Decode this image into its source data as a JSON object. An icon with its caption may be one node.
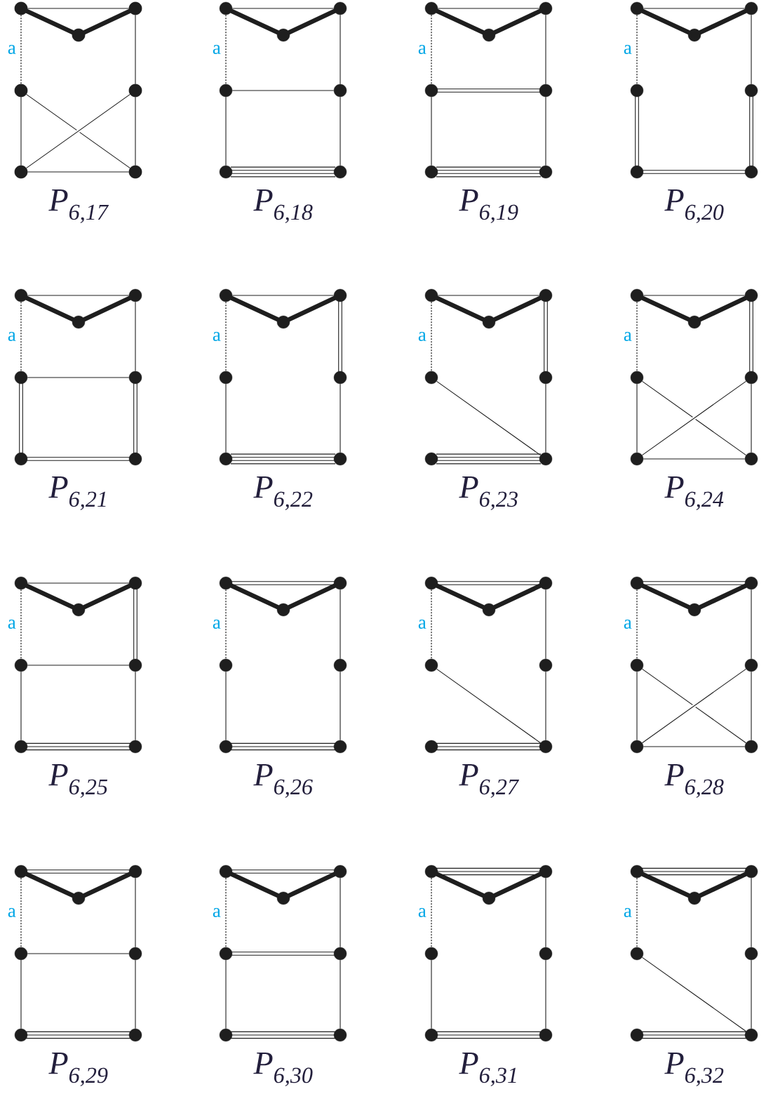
{
  "diagram": {
    "nodes": [
      {
        "text": [],
        "shape": "circle"
      },
      {
        "text": [],
        "shape": "circle"
      },
      {
        "text": [],
        "shape": "circle"
      },
      {
        "text": [],
        "shape": "circle"
      },
      {
        "text": [],
        "shape": "circle"
      },
      {
        "text": [],
        "shape": "circle"
      },
      {
        "text": [],
        "shape": "circle"
      },
      {
        "text": [],
        "shape": "circle"
      },
      {
        "text": [],
        "shape": "circle"
      },
      {
        "text": [],
        "shape": "circle"
      },
      {
        "text": [],
        "shape": "circle"
      },
      {
        "text": [],
        "shape": "circle"
      },
      {
        "text": [],
        "shape": "circle"
      },
      {
        "text": [],
        "shape": "circle"
      },
      {
        "text": [],
        "shape": "circle"
      },
      {
        "text": [],
        "shape": "circle"
      },
      {
        "text": [],
        "shape": "circle"
      },
      {
        "text": [],
        "shape": "circle"
      },
      {
        "text": [],
        "shape": "circle"
      },
      {
        "text": [],
        "shape": "circle"
      },
      {
        "text": [],
        "shape": "circle"
      },
      {
        "text": [],
        "shape": "circle"
      },
      {
        "text": [],
        "shape": "circle"
      },
      {
        "text": [],
        "shape": "circle"
      },
      {
        "text": [],
        "shape": "circle"
      },
      {
        "text": [],
        "shape": "circle"
      },
      {
        "text": [],
        "shape": "circle"
      },
      {
        "text": [],
        "shape": "circle"
      },
      {
        "text": [],
        "shape": "circle"
      },
      {
        "text": [],
        "shape": "circle"
      },
      {
        "text": [],
        "shape": "circle"
      },
      {
        "text": [],
        "shape": "circle"
      },
      {
        "text": [],
        "shape": "circle"
      },
      {
        "text": [],
        "shape": "circle"
      },
      {
        "text": [],
        "shape": "circle"
      },
      {
        "text": [],
        "shape": "circle"
      },
      {
        "text": [],
        "shape": "circle"
      },
      {
        "text": [],
        "shape": "circle"
      },
      {
        "text": [],
        "shape": "circle"
      },
      {
        "text": [],
        "shape": "circle"
      },
      {
        "text": [],
        "shape": "circle"
      },
      {
        "text": [],
        "shape": "circle"
      },
      {
        "text": [],
        "shape": "circle"
      },
      {
        "text": [],
        "shape": "circle"
      },
      {
        "text": [],
        "shape": "circle"
      },
      {
        "text": [],
        "shape": "circle"
      },
      {
        "text": [],
        "shape": "circle"
      },
      {
        "text": [],
        "shape": "circle"
      },
      {
        "text": [],
        "shape": "circle"
      },
      {
        "text": [],
        "shape": "circle"
      },
      {
        "text": [],
        "shape": "circle"
      },
      {
        "text": [],
        "shape": "circle"
      },
      {
        "text": [],
        "shape": "circle"
      },
      {
        "text": [],
        "shape": "circle"
      },
      {
        "text": [],
        "shape": "circle"
      },
      {
        "text": [],
        "shape": "circle"
      },
      {
        "text": [],
        "shape": "circle"
      },
      {
        "text": [],
        "shape": "circle"
      },
      {
        "text": [],
        "shape": "circle"
      },
      {
        "text": [],
        "shape": "circle"
      },
      {
        "text": [],
        "shape": "circle"
      },
      {
        "text": [],
        "shape": "circle"
      },
      {
        "text": [],
        "shape": "circle"
      },
      {
        "text": [],
        "shape": "circle"
      },
      {
        "text": [],
        "shape": "circle"
      },
      {
        "text": [],
        "shape": "circle"
      },
      {
        "text": [],
        "shape": "circle"
      },
      {
        "text": [],
        "shape": "circle"
      },
      {
        "text": [],
        "shape": "circle"
      },
      {
        "text": [],
        "shape": "circle"
      },
      {
        "text": [],
        "shape": "circle"
      },
      {
        "text": [],
        "shape": "circle"
      },
      {
        "text": [],
        "shape": "circle"
      },
      {
        "text": [],
        "shape": "circle"
      },
      {
        "text": [],
        "shape": "circle"
      },
      {
        "text": [],
        "shape": "circle"
      },
      {
        "text": [],
        "shape": "circle"
      },
      {
        "text": [],
        "shape": "circle"
      },
      {
        "text": [],
        "shape": "circle"
      },
      {
        "text": [],
        "shape": "circle"
      },
      {
        "text": [],
        "shape": "circle"
      },
      {
        "text": [],
        "shape": "circle"
      },
      {
        "text": [],
        "shape": "circle"
      },
      {
        "text": [],
        "shape": "circle"
      },
      {
        "text": [],
        "shape": "circle"
      },
      {
        "text": [],
        "shape": "circle"
      },
      {
        "text": [],
        "shape": "circle"
      },
      {
        "text": [],
        "shape": "circle"
      },
      {
        "text": [],
        "shape": "circle"
      },
      {
        "text": [],
        "shape": "circle"
      },
      {
        "text": [],
        "shape": "circle"
      },
      {
        "text": [],
        "shape": "circle"
      },
      {
        "text": [],
        "shape": "circle"
      },
      {
        "text": [],
        "shape": "circle"
      },
      {
        "text": [],
        "shape": "circle"
      },
      {
        "text": [],
        "shape": "circle"
      },
      {
        "text": [],
        "shape": "circle"
      },
      {
        "text": [],
        "shape": "circle"
      },
      {
        "text": [],
        "shape": "circle"
      },
      {
        "text": [],
        "shape": "circle"
      },
      {
        "text": [],
        "shape": "circle"
      },
      {
        "text": [],
        "shape": "circle"
      },
      {
        "text": [],
        "shape": "circle"
      },
      {
        "text": [],
        "shape": "circle"
      },
      {
        "text": [],
        "shape": "circle"
      },
      {
        "text": [],
        "shape": "circle"
      },
      {
        "text": [],
        "shape": "circle"
      },
      {
        "text": [],
        "shape": "circle"
      },
      {
        "text": [],
        "shape": "circle"
      },
      {
        "text": [],
        "shape": "circle"
      },
      {
        "text": [],
        "shape": "circle"
      },
      {
        "text": [],
        "shape": "circle"
      },
      {
        "text": [],
        "shape": "circle"
      },
      {
        "text": [],
        "shape": "circle"
      },
      {
        "text": [],
        "shape": "circle"
      },
      {
        "text": [],
        "shape": "circle"
      },
      {
        "text": [],
        "shape": "circle"
      },
      {
        "text": [],
        "shape": "circle"
      },
      {
        "text": [],
        "shape": "circle"
      }
    ],
    "edges": [
      {
        "from": 0,
        "to": 1,
        "arrow": "none",
        "style": "thick"
      },
      {
        "from": 1,
        "to": 2,
        "arrow": "none",
        "style": "thick"
      },
      {
        "from": 0,
        "to": 2,
        "arrow": "none"
      },
      {
        "from": 0,
        "to": 3,
        "arrow": "none",
        "style": "dashed",
        "label": "a"
      },
      {
        "from": 2,
        "to": 4,
        "arrow": "none"
      },
      {
        "from": 3,
        "to": 5,
        "arrow": "none"
      },
      {
        "from": 4,
        "to": 6,
        "arrow": "none"
      },
      {
        "from": 5,
        "to": 6,
        "arrow": "none"
      },
      {
        "from": 3,
        "to": 6,
        "arrow": "none"
      },
      {
        "from": 4,
        "to": 5,
        "arrow": "none"
      },
      {
        "from": 7,
        "to": 8,
        "arrow": "none",
        "style": "thick"
      },
      {
        "from": 8,
        "to": 9,
        "arrow": "none",
        "style": "thick"
      },
      {
        "from": 7,
        "to": 9,
        "arrow": "none"
      },
      {
        "from": 7,
        "to": 10,
        "arrow": "none",
        "style": "dashed",
        "label": "a"
      },
      {
        "from": 9,
        "to": 11,
        "arrow": "none"
      },
      {
        "from": 10,
        "to": 11,
        "arrow": "none"
      },
      {
        "from": 10,
        "to": 12,
        "arrow": "none"
      },
      {
        "from": 11,
        "to": 13,
        "arrow": "none"
      },
      {
        "from": 12,
        "to": 13,
        "arrow": "none"
      },
      {
        "from": 12,
        "to": 13,
        "arrow": "none"
      },
      {
        "from": 12,
        "to": 13,
        "arrow": "none"
      },
      {
        "from": 12,
        "to": 13,
        "arrow": "none"
      },
      {
        "from": 14,
        "to": 15,
        "arrow": "none",
        "style": "thick"
      },
      {
        "from": 15,
        "to": 16,
        "arrow": "none",
        "style": "thick"
      },
      {
        "from": 14,
        "to": 16,
        "arrow": "none"
      },
      {
        "from": 14,
        "to": 17,
        "arrow": "none",
        "style": "dashed",
        "label": "a"
      },
      {
        "from": 16,
        "to": 18,
        "arrow": "none"
      },
      {
        "from": 17,
        "to": 18,
        "arrow": "none"
      },
      {
        "from": 17,
        "to": 18,
        "arrow": "none"
      },
      {
        "from": 17,
        "to": 19,
        "arrow": "none"
      },
      {
        "from": 18,
        "to": 20,
        "arrow": "none"
      },
      {
        "from": 19,
        "to": 20,
        "arrow": "none"
      },
      {
        "from": 19,
        "to": 20,
        "arrow": "none"
      },
      {
        "from": 19,
        "to": 20,
        "arrow": "none"
      },
      {
        "from": 19,
        "to": 20,
        "arrow": "none"
      },
      {
        "from": 21,
        "to": 22,
        "arrow": "none",
        "style": "thick"
      },
      {
        "from": 22,
        "to": 23,
        "arrow": "none",
        "style": "thick"
      },
      {
        "from": 21,
        "to": 23,
        "arrow": "none"
      },
      {
        "from": 21,
        "to": 24,
        "arrow": "none",
        "style": "dashed",
        "label": "a"
      },
      {
        "from": 23,
        "to": 25,
        "arrow": "none"
      },
      {
        "from": 24,
        "to": 26,
        "arrow": "none"
      },
      {
        "from": 24,
        "to": 26,
        "arrow": "none"
      },
      {
        "from": 25,
        "to": 27,
        "arrow": "none"
      },
      {
        "from": 25,
        "to": 27,
        "arrow": "none"
      },
      {
        "from": 26,
        "to": 27,
        "arrow": "none"
      },
      {
        "from": 26,
        "to": 27,
        "arrow": "none"
      },
      {
        "from": 28,
        "to": 29,
        "arrow": "none",
        "style": "thick"
      },
      {
        "from": 29,
        "to": 30,
        "arrow": "none",
        "style": "thick"
      },
      {
        "from": 28,
        "to": 30,
        "arrow": "none"
      },
      {
        "from": 28,
        "to": 31,
        "arrow": "none",
        "style": "dashed",
        "label": "a"
      },
      {
        "from": 30,
        "to": 32,
        "arrow": "none"
      },
      {
        "from": 31,
        "to": 32,
        "arrow": "none"
      },
      {
        "from": 31,
        "to": 33,
        "arrow": "none"
      },
      {
        "from": 31,
        "to": 33,
        "arrow": "none"
      },
      {
        "from": 32,
        "to": 34,
        "arrow": "none"
      },
      {
        "from": 32,
        "to": 34,
        "arrow": "none"
      },
      {
        "from": 33,
        "to": 34,
        "arrow": "none"
      },
      {
        "from": 33,
        "to": 34,
        "arrow": "none"
      },
      {
        "from": 35,
        "to": 36,
        "arrow": "none",
        "style": "thick"
      },
      {
        "from": 36,
        "to": 37,
        "arrow": "none",
        "style": "thick"
      },
      {
        "from": 35,
        "to": 37,
        "arrow": "none"
      },
      {
        "from": 35,
        "to": 38,
        "arrow": "none",
        "style": "dashed",
        "label": "a"
      },
      {
        "from": 37,
        "to": 39,
        "arrow": "none"
      },
      {
        "from": 37,
        "to": 39,
        "arrow": "none"
      },
      {
        "from": 38,
        "to": 40,
        "arrow": "none"
      },
      {
        "from": 39,
        "to": 41,
        "arrow": "none"
      },
      {
        "from": 40,
        "to": 41,
        "arrow": "none"
      },
      {
        "from": 40,
        "to": 41,
        "arrow": "none"
      },
      {
        "from": 40,
        "to": 41,
        "arrow": "none"
      },
      {
        "from": 40,
        "to": 41,
        "arrow": "none"
      },
      {
        "from": 42,
        "to": 43,
        "arrow": "none",
        "style": "thick"
      },
      {
        "from": 43,
        "to": 44,
        "arrow": "none",
        "style": "thick"
      },
      {
        "from": 42,
        "to": 44,
        "arrow": "none"
      },
      {
        "from": 42,
        "to": 45,
        "arrow": "none",
        "style": "dashed",
        "label": "a"
      },
      {
        "from": 44,
        "to": 46,
        "arrow": "none"
      },
      {
        "from": 44,
        "to": 46,
        "arrow": "none"
      },
      {
        "from": 46,
        "to": 48,
        "arrow": "none"
      },
      {
        "from": 47,
        "to": 48,
        "arrow": "none"
      },
      {
        "from": 47,
        "to": 48,
        "arrow": "none"
      },
      {
        "from": 47,
        "to": 48,
        "arrow": "none"
      },
      {
        "from": 47,
        "to": 48,
        "arrow": "none"
      },
      {
        "from": 45,
        "to": 48,
        "arrow": "none"
      },
      {
        "from": 49,
        "to": 50,
        "arrow": "none",
        "style": "thick"
      },
      {
        "from": 50,
        "to": 51,
        "arrow": "none",
        "style": "thick"
      },
      {
        "from": 49,
        "to": 51,
        "arrow": "none"
      },
      {
        "from": 49,
        "to": 52,
        "arrow": "none",
        "style": "dashed",
        "label": "a"
      },
      {
        "from": 51,
        "to": 53,
        "arrow": "none"
      },
      {
        "from": 51,
        "to": 53,
        "arrow": "none"
      },
      {
        "from": 52,
        "to": 54,
        "arrow": "none"
      },
      {
        "from": 53,
        "to": 55,
        "arrow": "none"
      },
      {
        "from": 54,
        "to": 55,
        "arrow": "none"
      },
      {
        "from": 52,
        "to": 55,
        "arrow": "none"
      },
      {
        "from": 53,
        "to": 54,
        "arrow": "none"
      },
      {
        "from": 56,
        "to": 57,
        "arrow": "none",
        "style": "thick"
      },
      {
        "from": 57,
        "to": 58,
        "arrow": "none",
        "style": "thick"
      },
      {
        "from": 56,
        "to": 58,
        "arrow": "none"
      },
      {
        "from": 56,
        "to": 59,
        "arrow": "none",
        "style": "dashed",
        "label": "a"
      },
      {
        "from": 58,
        "to": 60,
        "arrow": "none"
      },
      {
        "from": 58,
        "to": 60,
        "arrow": "none"
      },
      {
        "from": 59,
        "to": 60,
        "arrow": "none"
      },
      {
        "from": 59,
        "to": 61,
        "arrow": "none"
      },
      {
        "from": 60,
        "to": 62,
        "arrow": "none"
      },
      {
        "from": 61,
        "to": 62,
        "arrow": "none"
      },
      {
        "from": 61,
        "to": 62,
        "arrow": "none"
      },
      {
        "from": 61,
        "to": 62,
        "arrow": "none"
      },
      {
        "from": 63,
        "to": 64,
        "arrow": "none",
        "style": "thick"
      },
      {
        "from": 64,
        "to": 65,
        "arrow": "none",
        "style": "thick"
      },
      {
        "from": 63,
        "to": 65,
        "arrow": "none"
      },
      {
        "from": 63,
        "to": 65,
        "arrow": "none"
      },
      {
        "from": 63,
        "to": 66,
        "arrow": "none",
        "style": "dashed",
        "label": "a"
      },
      {
        "from": 65,
        "to": 67,
        "arrow": "none"
      },
      {
        "from": 66,
        "to": 68,
        "arrow": "none"
      },
      {
        "from": 67,
        "to": 69,
        "arrow": "none"
      },
      {
        "from": 68,
        "to": 69,
        "arrow": "none"
      },
      {
        "from": 68,
        "to": 69,
        "arrow": "none"
      },
      {
        "from": 68,
        "to": 69,
        "arrow": "none"
      },
      {
        "from": 70,
        "to": 71,
        "arrow": "none",
        "style": "thick"
      },
      {
        "from": 71,
        "to": 72,
        "arrow": "none",
        "style": "thick"
      },
      {
        "from": 70,
        "to": 72,
        "arrow": "none"
      },
      {
        "from": 70,
        "to": 72,
        "arrow": "none"
      },
      {
        "from": 70,
        "to": 73,
        "arrow": "none",
        "style": "dashed",
        "label": "a"
      },
      {
        "from": 72,
        "to": 74,
        "arrow": "none"
      },
      {
        "from": 74,
        "to": 76,
        "arrow": "none"
      },
      {
        "from": 75,
        "to": 76,
        "arrow": "none"
      },
      {
        "from": 75,
        "to": 76,
        "arrow": "none"
      },
      {
        "from": 75,
        "to": 76,
        "arrow": "none"
      },
      {
        "from": 73,
        "to": 76,
        "arrow": "none"
      },
      {
        "from": 77,
        "to": 78,
        "arrow": "none",
        "style": "thick"
      },
      {
        "from": 78,
        "to": 79,
        "arrow": "none",
        "style": "thick"
      },
      {
        "from": 77,
        "to": 79,
        "arrow": "none"
      },
      {
        "from": 77,
        "to": 79,
        "arrow": "none"
      },
      {
        "from": 77,
        "to": 80,
        "arrow": "none",
        "style": "dashed",
        "label": "a"
      },
      {
        "from": 79,
        "to": 81,
        "arrow": "none"
      },
      {
        "from": 80,
        "to": 82,
        "arrow": "none"
      },
      {
        "from": 81,
        "to": 83,
        "arrow": "none"
      },
      {
        "from": 82,
        "to": 83,
        "arrow": "none"
      },
      {
        "from": 80,
        "to": 83,
        "arrow": "none"
      },
      {
        "from": 81,
        "to": 82,
        "arrow": "none"
      },
      {
        "from": 84,
        "to": 85,
        "arrow": "none",
        "style": "thick"
      },
      {
        "from": 85,
        "to": 86,
        "arrow": "none",
        "style": "thick"
      },
      {
        "from": 84,
        "to": 86,
        "arrow": "none"
      },
      {
        "from": 84,
        "to": 86,
        "arrow": "none"
      },
      {
        "from": 84,
        "to": 87,
        "arrow": "none",
        "style": "dashed",
        "label": "a"
      },
      {
        "from": 86,
        "to": 88,
        "arrow": "none"
      },
      {
        "from": 87,
        "to": 88,
        "arrow": "none"
      },
      {
        "from": 87,
        "to": 89,
        "arrow": "none"
      },
      {
        "from": 88,
        "to": 90,
        "arrow": "none"
      },
      {
        "from": 89,
        "to": 90,
        "arrow": "none"
      },
      {
        "from": 89,
        "to": 90,
        "arrow": "none"
      },
      {
        "from": 89,
        "to": 90,
        "arrow": "none"
      },
      {
        "from": 91,
        "to": 92,
        "arrow": "none",
        "style": "thick"
      },
      {
        "from": 92,
        "to": 93,
        "arrow": "none",
        "style": "thick"
      },
      {
        "from": 91,
        "to": 93,
        "arrow": "none"
      },
      {
        "from": 91,
        "to": 93,
        "arrow": "none"
      },
      {
        "from": 91,
        "to": 94,
        "arrow": "none",
        "style": "dashed",
        "label": "a"
      },
      {
        "from": 93,
        "to": 95,
        "arrow": "none"
      },
      {
        "from": 94,
        "to": 95,
        "arrow": "none"
      },
      {
        "from": 94,
        "to": 95,
        "arrow": "none"
      },
      {
        "from": 94,
        "to": 96,
        "arrow": "none"
      },
      {
        "from": 95,
        "to": 97,
        "arrow": "none"
      },
      {
        "from": 96,
        "to": 97,
        "arrow": "none"
      },
      {
        "from": 96,
        "to": 97,
        "arrow": "none"
      },
      {
        "from": 96,
        "to": 97,
        "arrow": "none"
      },
      {
        "from": 98,
        "to": 99,
        "arrow": "none",
        "style": "thick"
      },
      {
        "from": 99,
        "to": 100,
        "arrow": "none",
        "style": "thick"
      },
      {
        "from": 98,
        "to": 100,
        "arrow": "none"
      },
      {
        "from": 98,
        "to": 100,
        "arrow": "none"
      },
      {
        "from": 98,
        "to": 100,
        "arrow": "none"
      },
      {
        "from": 98,
        "to": 101,
        "arrow": "none",
        "style": "dashed",
        "label": "a"
      },
      {
        "from": 100,
        "to": 102,
        "arrow": "none"
      },
      {
        "from": 101,
        "to": 103,
        "arrow": "none"
      },
      {
        "from": 102,
        "to": 104,
        "arrow": "none"
      },
      {
        "from": 103,
        "to": 104,
        "arrow": "none"
      },
      {
        "from": 103,
        "to": 104,
        "arrow": "none"
      },
      {
        "from": 103,
        "to": 104,
        "arrow": "none"
      },
      {
        "from": 105,
        "to": 106,
        "arrow": "none",
        "style": "thick"
      },
      {
        "from": 106,
        "to": 107,
        "arrow": "none",
        "style": "thick"
      },
      {
        "from": 105,
        "to": 107,
        "arrow": "none"
      },
      {
        "from": 105,
        "to": 107,
        "arrow": "none"
      },
      {
        "from": 105,
        "to": 107,
        "arrow": "none"
      },
      {
        "from": 105,
        "to": 108,
        "arrow": "none",
        "style": "dashed",
        "label": "a"
      },
      {
        "from": 107,
        "to": 109,
        "arrow": "none"
      },
      {
        "from": 109,
        "to": 111,
        "arrow": "none"
      },
      {
        "from": 110,
        "to": 111,
        "arrow": "none"
      },
      {
        "from": 110,
        "to": 111,
        "arrow": "none"
      },
      {
        "from": 110,
        "to": 111,
        "arrow": "none"
      },
      {
        "from": 108,
        "to": 111,
        "arrow": "none"
      }
    ],
    "labels": [
      "P$_{6,17}$",
      "P$_{6,18}$",
      "P$_{6,19}$",
      "P$_{6,20}$",
      "P$_{6,21}$",
      "P$_{6,22}$",
      "P$_{6,23}$",
      "P$_{6,24}$",
      "P$_{6,25}$",
      "P$_{6,26}$",
      "P$_{6,27}$",
      "P$_{6,28}$",
      "P$_{6,29}$",
      "P$_{6,30}$",
      "P$_{6,31}$",
      "P$_{6,32}$"
    ]
  }
}
